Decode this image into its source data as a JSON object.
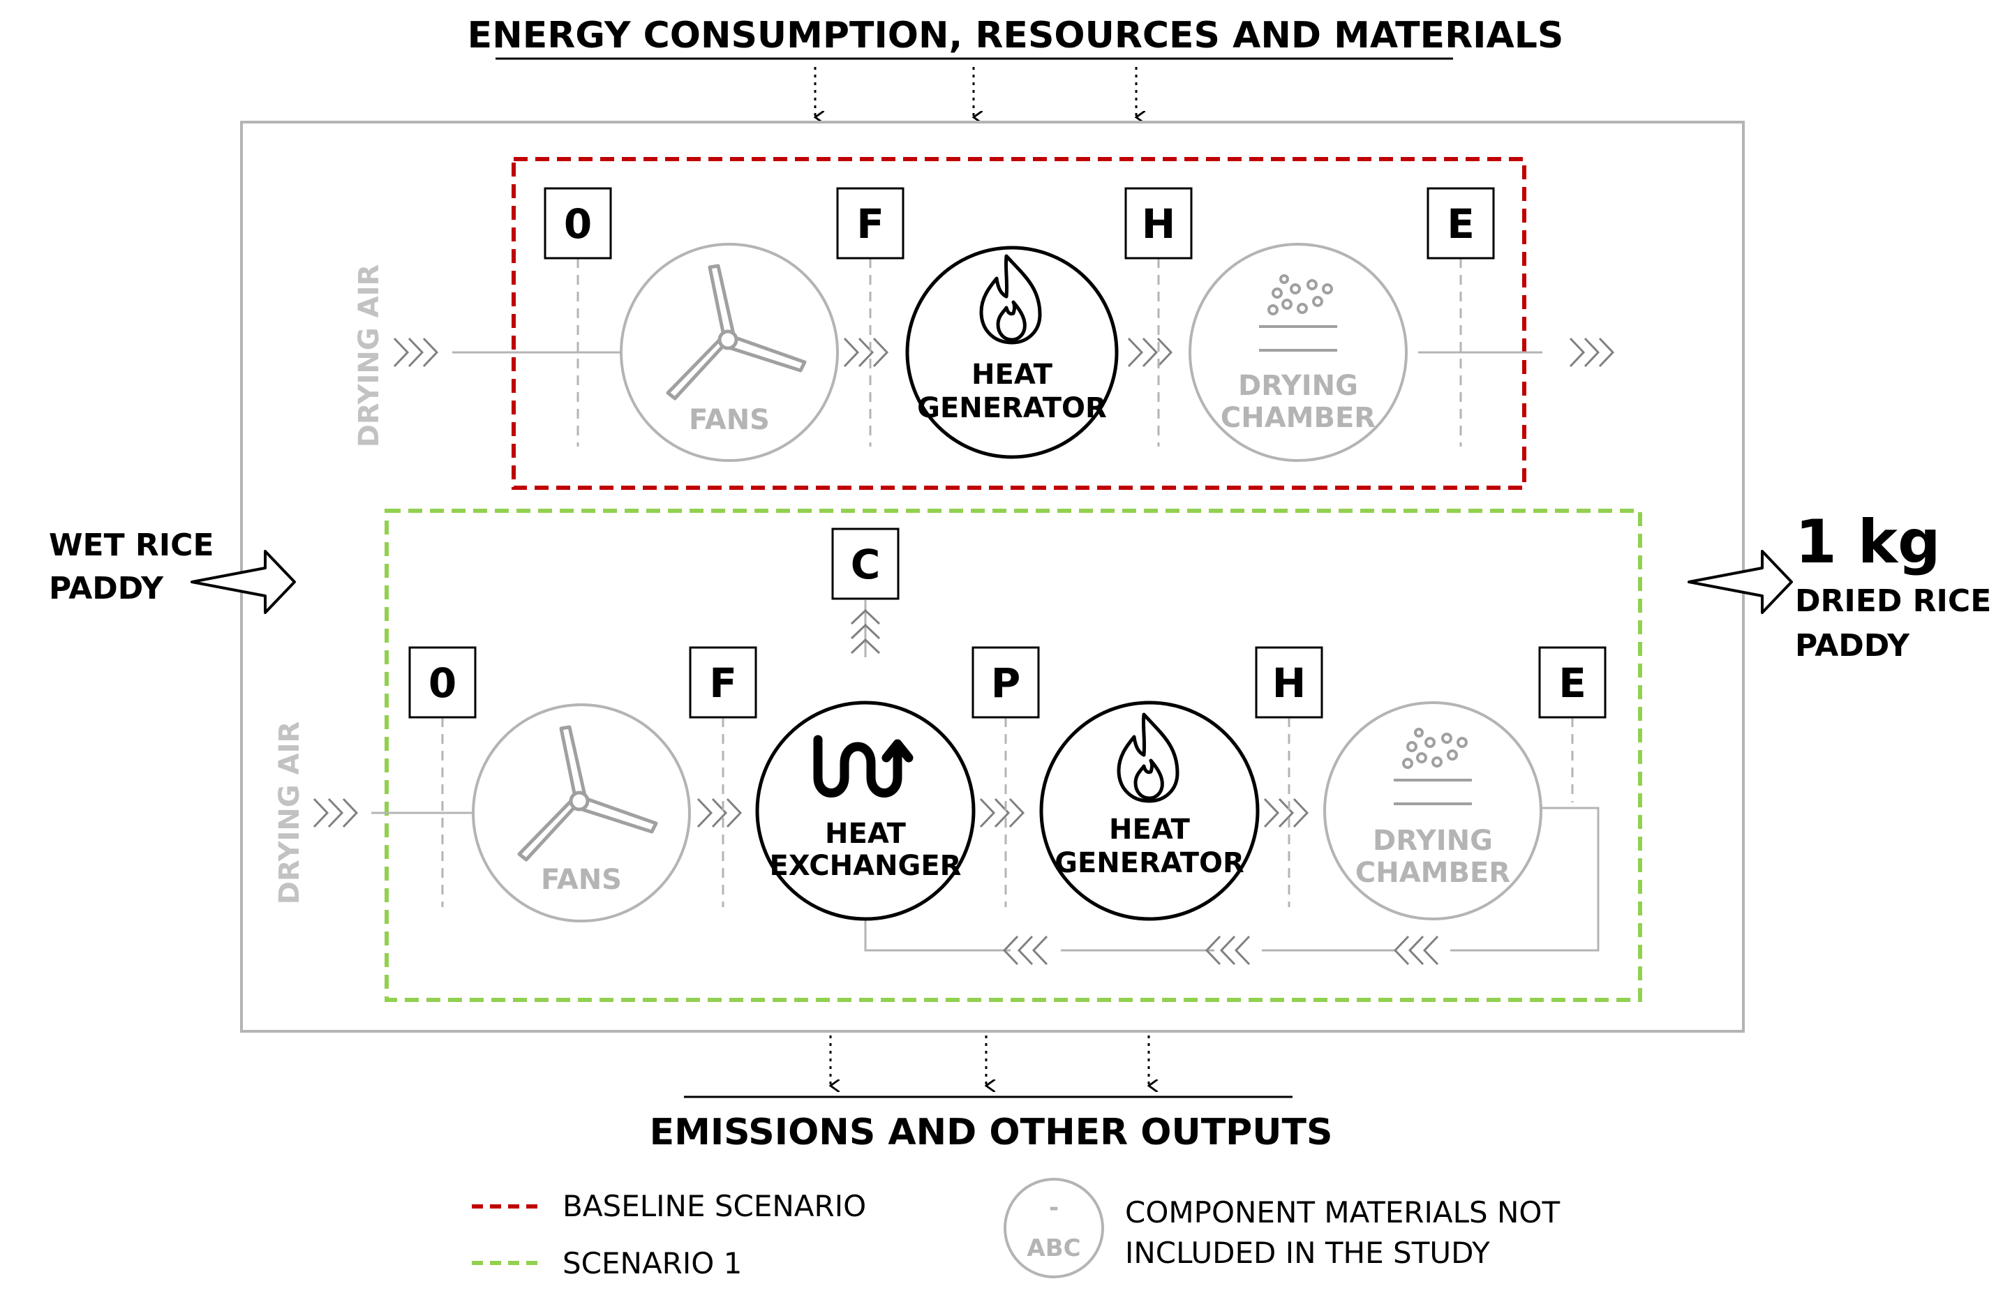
{
  "header": {
    "top_title": "ENERGY CONSUMPTION, RESOURCES AND MATERIALS",
    "bottom_title": "EMISSIONS AND OTHER OUTPUTS"
  },
  "input": {
    "line1": "WET RICE",
    "line2": "PADDY"
  },
  "output": {
    "amount": "1 kg",
    "line1": "DRIED RICE",
    "line2": "PADDY"
  },
  "drying_air": "DRYING AIR",
  "colors": {
    "baseline": "#c00000",
    "scenario1": "#92d050",
    "inactive": "#b4b4b4"
  },
  "baseline_row": {
    "points": [
      "0",
      "F",
      "H",
      "E"
    ],
    "components": {
      "fans": "FANS",
      "heat_gen": [
        "HEAT",
        "GENERATOR"
      ],
      "chamber": [
        "DRYING",
        "CHAMBER"
      ]
    }
  },
  "scenario1_row": {
    "points": [
      "0",
      "F",
      "P",
      "H",
      "E"
    ],
    "exhaust_point": "C",
    "components": {
      "fans": "FANS",
      "heat_exchanger": [
        "HEAT",
        "EXCHANGER"
      ],
      "heat_gen": [
        "HEAT",
        "GENERATOR"
      ],
      "chamber": [
        "DRYING",
        "CHAMBER"
      ]
    }
  },
  "legend": {
    "baseline": "BASELINE SCENARIO",
    "scenario1": "SCENARIO 1",
    "icon_top": "-",
    "icon_bottom": "ABC",
    "not_included_line1": "COMPONENT MATERIALS NOT",
    "not_included_line2": "INCLUDED IN THE STUDY"
  },
  "icons": {
    "fans": "fan-icon",
    "heat_gen": "flame-icon",
    "heat_exchanger": "heat-exchange-icon",
    "chamber": "grains-icon"
  }
}
